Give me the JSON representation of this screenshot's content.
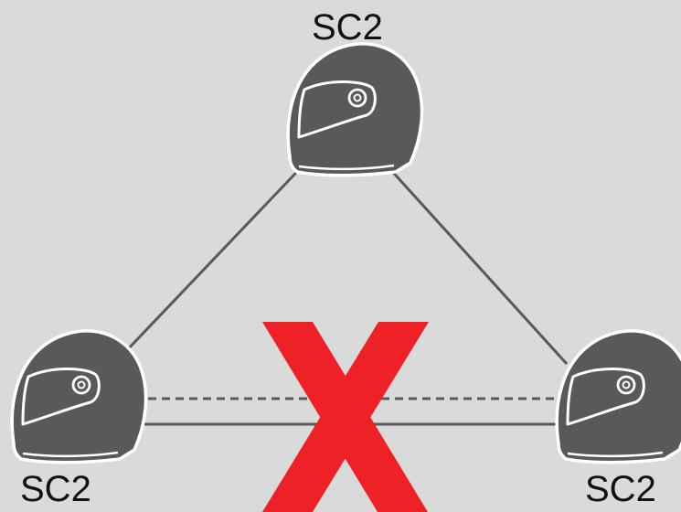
{
  "nodes": {
    "top": {
      "label": "SC2"
    },
    "left": {
      "label": "SC2"
    },
    "right": {
      "label": "SC2"
    }
  },
  "links": [
    {
      "from": "top",
      "to": "left",
      "style": "solid"
    },
    {
      "from": "top",
      "to": "right",
      "style": "solid"
    },
    {
      "from": "left",
      "to": "right",
      "style": "solid"
    },
    {
      "from": "left",
      "to": "right",
      "style": "dashed"
    }
  ],
  "blocked_marker": {
    "symbol": "X",
    "color": "#ee2127"
  },
  "colors": {
    "background": "#d9dbdb",
    "helmet": "#59595b",
    "helmet_outline": "#ffffff",
    "line": "#59595b",
    "label": "#111111"
  },
  "icons": {
    "helmet": "motorcycle-helmet-icon",
    "blocked": "x-mark-icon"
  }
}
